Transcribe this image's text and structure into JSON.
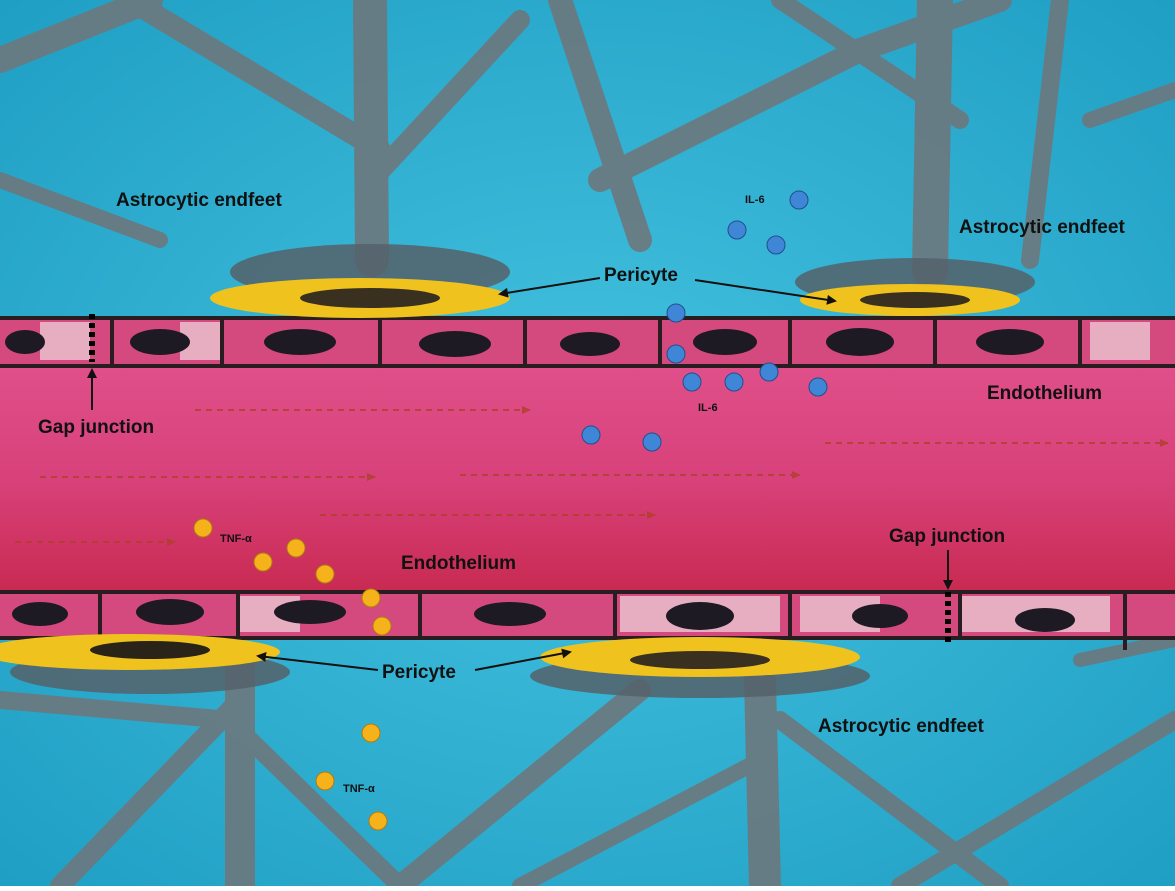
{
  "labels": {
    "astro_top_left": "Astrocytic endfeet",
    "astro_top_right": "Astrocytic endfeet",
    "astro_bottom": "Astrocytic endfeet",
    "pericyte_top": "Pericyte",
    "pericyte_bottom": "Pericyte",
    "endothelium_right": "Endothelium",
    "endothelium_center": "Endothelium",
    "gap_junction_left": "Gap junction",
    "gap_junction_right": "Gap junction",
    "il6_top": "IL-6",
    "il6_mid": "IL-6",
    "tnf_upper": "TNF-α",
    "tnf_lower": "TNF-α"
  },
  "colors": {
    "astrocyte_background": "#2bb3d4",
    "astrocyte_process": "#6f7a80",
    "vessel_lumen": "#d8417a",
    "endothelial_cell": "#c8306a",
    "nucleus": "#1e1a24",
    "pericyte": "#f0c21e",
    "il6_dot": "#3f87d6",
    "tnf_dot": "#f6b21a"
  }
}
